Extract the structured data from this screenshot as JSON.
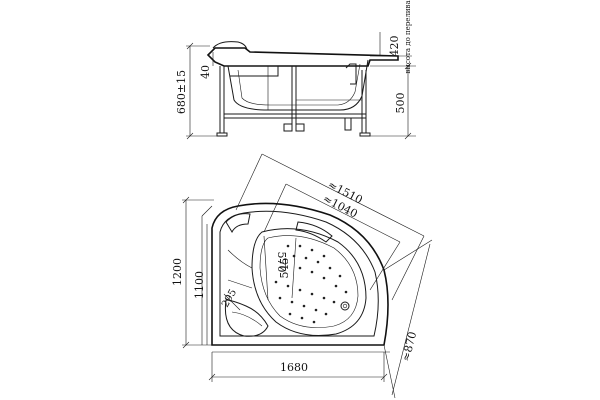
{
  "side_view": {
    "dim_total_height": "680±15",
    "dim_top_offset": "40",
    "dim_overflow": "420",
    "dim_overflow_note": "высота до перелива",
    "dim_leg_height": "500"
  },
  "top_view": {
    "dim_diagonal_outer": "≈1510",
    "dim_diagonal_inner": "≈1040",
    "dim_height_outer": "1200",
    "dim_height_inner": "1100",
    "dim_width": "1680",
    "dim_edge": "≈870",
    "dim_depth_1": "570",
    "dim_depth_2": "545",
    "dim_seat": "295"
  }
}
